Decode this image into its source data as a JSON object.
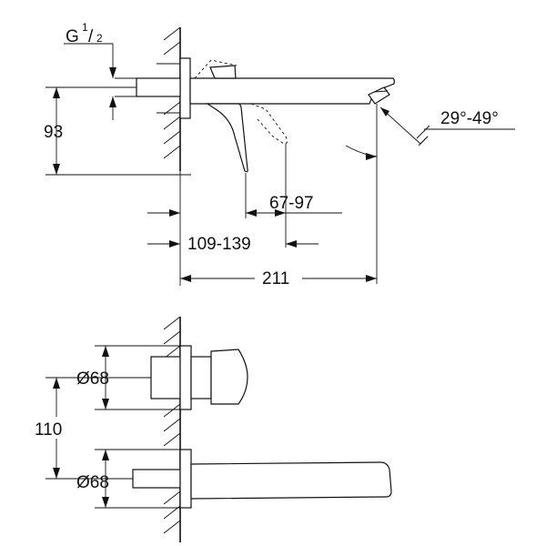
{
  "labels": {
    "thread": "G",
    "thread_num": "1",
    "thread_den": "2",
    "height": "93",
    "angle": "29°-49°",
    "lever_range": "67-97",
    "spout_range": "109-139",
    "spout_length": "211",
    "rosette_top": "Ø68",
    "center_distance": "110",
    "rosette_bottom": "Ø68"
  }
}
